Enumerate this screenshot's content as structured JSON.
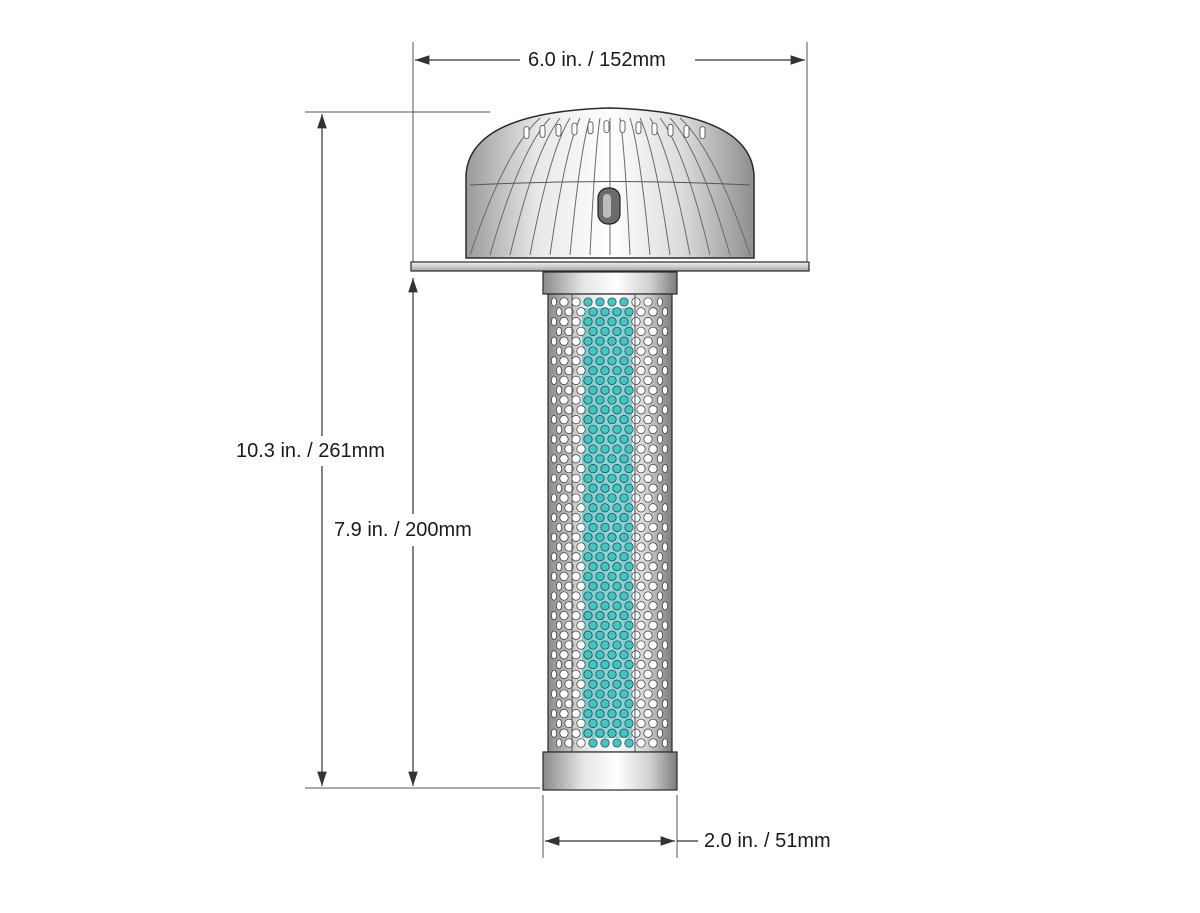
{
  "dimensions": {
    "overall_width": "6.0 in. / 152mm",
    "overall_height": "10.3 in. / 261mm",
    "body_height": "7.9 in. / 200mm",
    "pipe_width": "2.0 in. / 51mm"
  },
  "colors": {
    "dimension_line": "#333333",
    "metal_light": "#f4f4f4",
    "metal_mid": "#c8c8c8",
    "metal_dark": "#7a7a7a",
    "outline": "#2a2a2a",
    "inner_accent": "#3cc8c8"
  }
}
